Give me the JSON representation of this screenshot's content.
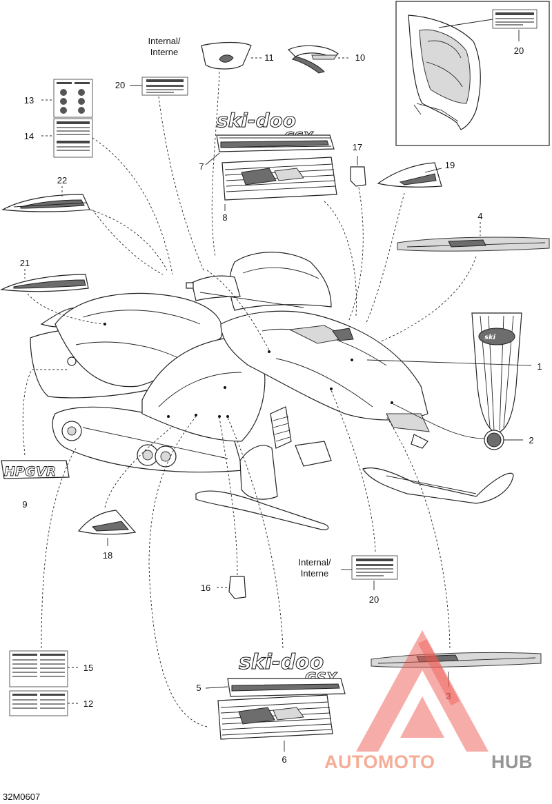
{
  "callouts": {
    "c1": "1",
    "c2": "2",
    "c3": "3",
    "c4": "4",
    "c5": "5",
    "c6": "6",
    "c7": "7",
    "c8": "8",
    "c9": "9",
    "c10": "10",
    "c11": "11",
    "c12": "12",
    "c13": "13",
    "c14": "14",
    "c15": "15",
    "c16": "16",
    "c17": "17",
    "c18": "18",
    "c19": "19",
    "c20a": "20",
    "c20b": "20",
    "c20c": "20",
    "c21": "21",
    "c22": "22"
  },
  "notes": {
    "internal_top": "Internal/",
    "interne_top": "Interne",
    "internal_bottom": "Internal/",
    "interne_bottom": "Interne"
  },
  "decals": {
    "brand_top": "ski-doo",
    "model_top": "GSX",
    "brand_bottom": "ski-doo",
    "model_bottom": "GSX",
    "hpg": "HPG",
    "vr": "VR"
  },
  "drawing_id": "32M0607",
  "watermark": {
    "part1": "AUTOMOTO",
    "part2": "HUB",
    "color1": "#f4a58c",
    "color2": "#8a8a8a",
    "logo_color": "#ec5a50"
  }
}
